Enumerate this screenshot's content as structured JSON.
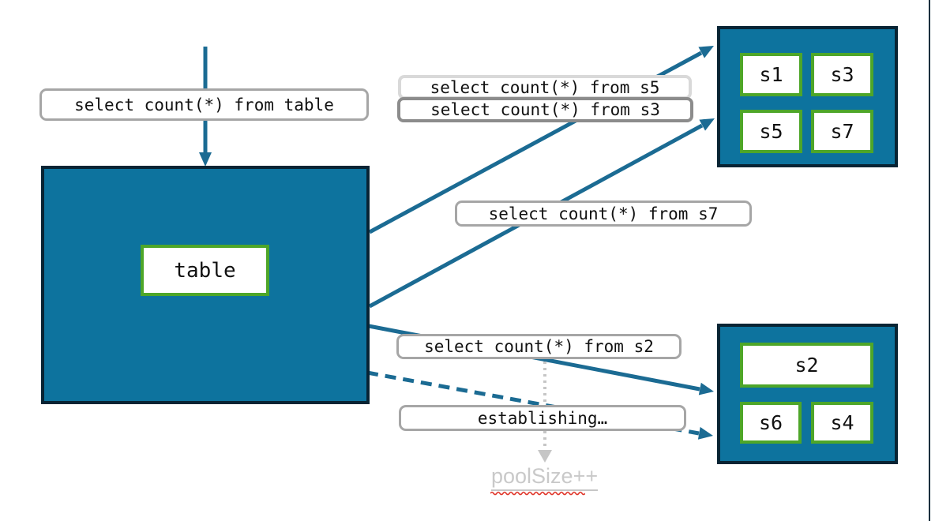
{
  "labels": {
    "query_table": "select count(*) from table",
    "query_s5": "select count(*) from s5",
    "query_s3": "select count(*) from s3",
    "query_s7": "select count(*) from s7",
    "query_s2": "select count(*) from s2",
    "establishing": "establishing…",
    "pool_size": "poolSize++"
  },
  "nodes": {
    "table_box": {
      "label": "table"
    },
    "top_group": {
      "shards": [
        "s1",
        "s3",
        "s5",
        "s7"
      ]
    },
    "bottom_group": {
      "shards": [
        "s2",
        "s6",
        "s4"
      ]
    }
  },
  "colors": {
    "teal_fill": "#0d739e",
    "navy_border": "#082434",
    "green_border": "#4ea629",
    "arrow_teal": "#1b6b93",
    "label_border_grey": "#a6a6a6",
    "label_border_light": "#d9d9d9",
    "label_border_dark": "#8c8c8c",
    "muted_grey_text": "#c9c9c9",
    "dotted_arrow_grey": "#c6c6c6",
    "spellcheck_red": "#e0382c"
  }
}
